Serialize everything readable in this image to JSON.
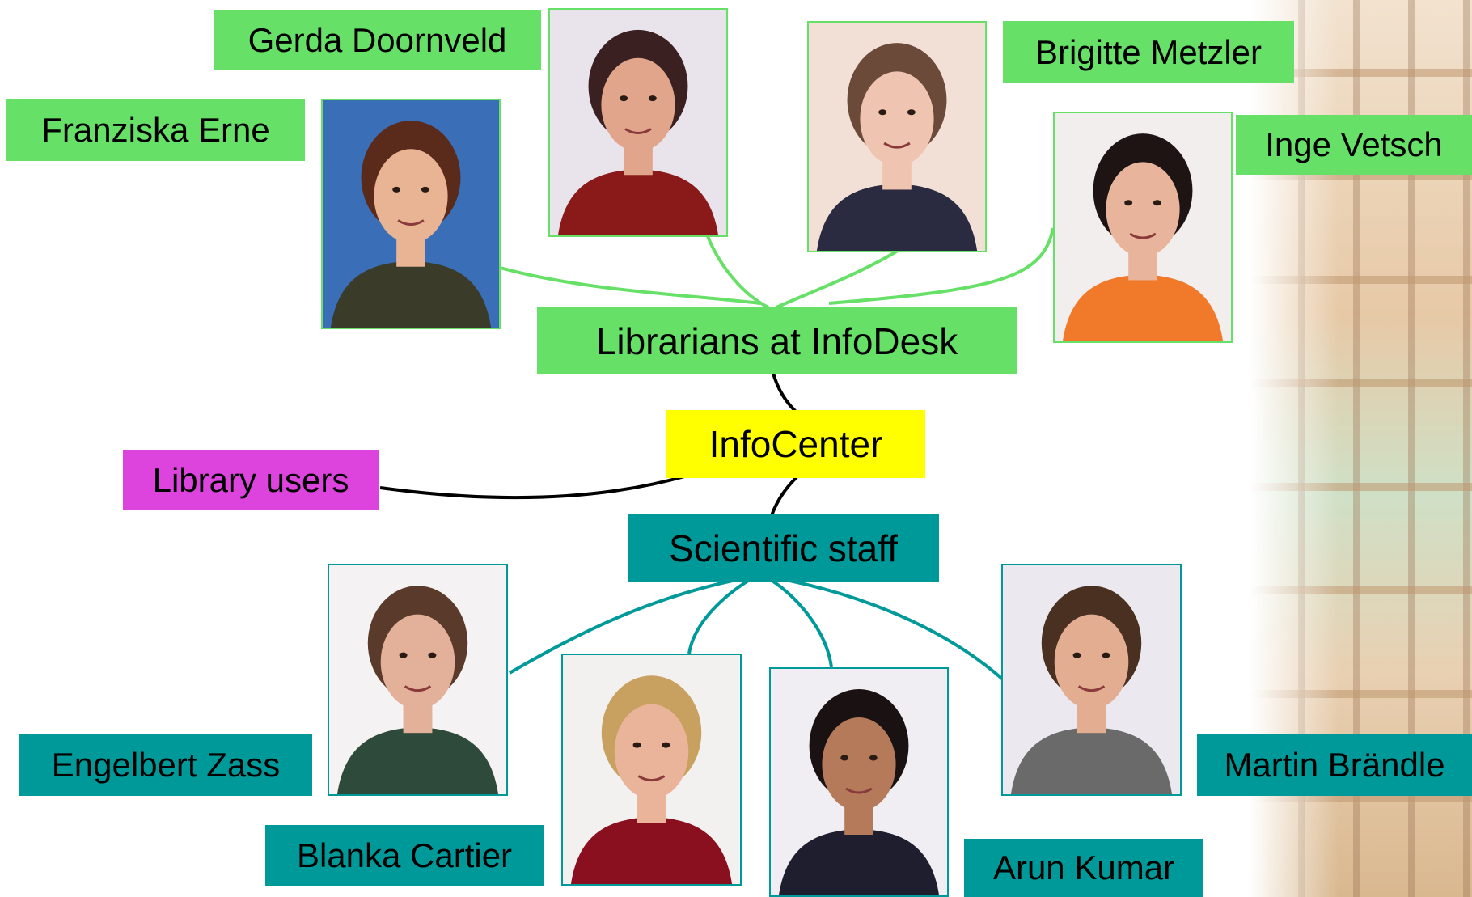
{
  "center": {
    "label": "InfoCenter"
  },
  "users": {
    "label": "Library users"
  },
  "librarians": {
    "label": "Librarians at InfoDesk",
    "people": [
      "Franziska Erne",
      "Gerda Doornveld",
      "Brigitte Metzler",
      "Inge Vetsch"
    ]
  },
  "scientific": {
    "label": "Scientific staff",
    "people": [
      "Engelbert Zass",
      "Blanka Cartier",
      "Arun Kumar",
      "Martin Brändle"
    ]
  },
  "colors": {
    "librarians": "#66e066",
    "scientific": "#009999",
    "center": "#ffff00",
    "users": "#dd44dd",
    "center_links": "#000000"
  },
  "photos": [
    {
      "person": "Franziska Erne",
      "bg": "#3a6fb8",
      "hair": "#5a2a1a",
      "skin": "#e9b493",
      "shirt": "#3b3b2a"
    },
    {
      "person": "Gerda Doornveld",
      "bg": "#e9e4ec",
      "hair": "#3a2020",
      "skin": "#e0a58a",
      "shirt": "#8a1a1a"
    },
    {
      "person": "Brigitte Metzler",
      "bg": "#f2e0d6",
      "hair": "#6b4a3a",
      "skin": "#efc4b0",
      "shirt": "#2a2a40"
    },
    {
      "person": "Inge Vetsch",
      "bg": "#f3eeee",
      "hair": "#1e1414",
      "skin": "#e9b49c",
      "shirt": "#f07a2a"
    },
    {
      "person": "Engelbert Zass",
      "bg": "#f4f2f2",
      "hair": "#5a3a2a",
      "skin": "#e3b19a",
      "shirt": "#2e4a3a"
    },
    {
      "person": "Blanka Cartier",
      "bg": "#f3f0f0",
      "hair": "#c8a060",
      "skin": "#eab49a",
      "shirt": "#8a1020"
    },
    {
      "person": "Arun Kumar",
      "bg": "#f0eef2",
      "hair": "#1a1212",
      "skin": "#b47a5a",
      "shirt": "#1e1e2e"
    },
    {
      "person": "Martin Brändle",
      "bg": "#ebe8f0",
      "hair": "#4a3020",
      "skin": "#e3ad92",
      "shirt": "#6a6a6a"
    }
  ]
}
